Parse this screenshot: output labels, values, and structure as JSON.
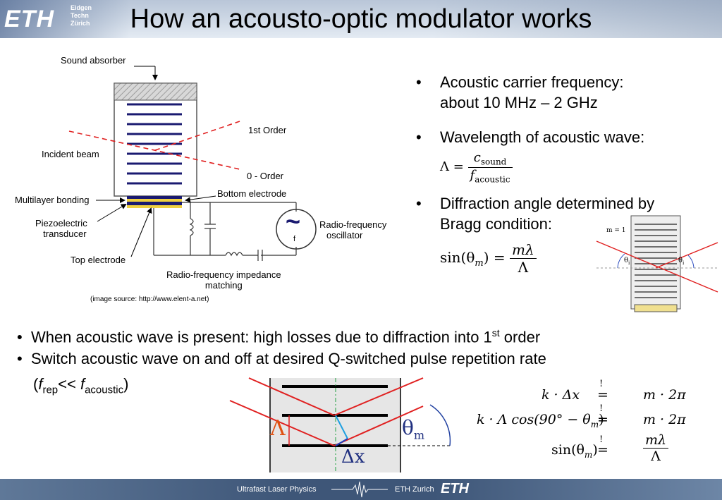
{
  "header": {
    "logo": "ETH",
    "logo_sub_1": "Eidgen",
    "logo_sub_2": "Techn",
    "logo_sub_3": "Zürich",
    "title": "How an acousto-optic modulator works"
  },
  "diagram": {
    "labels": {
      "sound_absorber": "Sound absorber",
      "first_order": "1st Order",
      "incident_beam": "Incident beam",
      "zero_order": "0 - Order",
      "multilayer_bonding": "Multilayer bonding",
      "bottom_electrode": "Bottom electrode",
      "piezo_1": "Piezoelectric",
      "piezo_2": "transducer",
      "rf_osc_1": "Radio-frequency",
      "rf_osc_2": "oscillator",
      "osc_f": "f",
      "osc_symbol": "~",
      "top_electrode": "Top electrode",
      "rf_match_1": "Radio-frequency impedance",
      "rf_match_2": "matching"
    },
    "source": "(image source: http://www.elent-a.net)"
  },
  "bullets": {
    "b1_line1": "Acoustic carrier frequency:",
    "b1_line2": "about 10 MHz – 2 GHz",
    "b2_line1": "Wavelength of acoustic wave:",
    "b2_lhs": "Λ =",
    "b2_num": "c",
    "b2_num_sub": "sound",
    "b2_den": "f",
    "b2_den_sub": "acoustic",
    "b3_line1": "Diffraction angle determined by",
    "b3_line2": "Bragg condition:",
    "b3_lhs": "sin(θ",
    "b3_lhs_sub": "m",
    "b3_lhs_end": ") =",
    "b3_num": "mλ",
    "b3_den": "Λ",
    "dot": "•"
  },
  "bragg_small": {
    "m_label": "m = 1",
    "theta": "θ",
    "theta_sub": "i"
  },
  "lower_bullets": {
    "l1_pre": "When acoustic wave is present: high losses due to diffraction into 1",
    "l1_sup": "st",
    "l1_post": " order",
    "l2_line1": "Switch acoustic wave on and off at desired Q-switched pulse repetition rate",
    "l2_open": "(",
    "l2_f1": "f",
    "l2_sub1": "rep",
    "l2_mid": "<< ",
    "l2_f2": "f",
    "l2_sub2": "acoustic",
    "l2_close": ")",
    "dot": "•"
  },
  "lower_diagram": {
    "lambda": "Λ",
    "theta": "θ",
    "theta_sub": "m",
    "dx": "Δx"
  },
  "equations": {
    "e1_lhs": "k · Δx",
    "e1_rhs": "m · 2π",
    "e2_lhs": "k · Λ cos(90° − θ",
    "e2_lhs_sub": "m",
    "e2_lhs_end": ")",
    "e2_rhs": "m · 2π",
    "e3_lhs": "sin(θ",
    "e3_lhs_sub": "m",
    "e3_lhs_end": ")",
    "e3_num": "mλ",
    "e3_den": "Λ",
    "excl": "!",
    "eq": "="
  },
  "footer": {
    "left": "Ultrafast Laser Physics",
    "right": "ETH Zurich",
    "logo": "ETH"
  },
  "colors": {
    "laser_red": "#e02020",
    "grating_blue": "#1a1a70",
    "gold": "#f0d040",
    "header_blue": "#3e5678"
  }
}
